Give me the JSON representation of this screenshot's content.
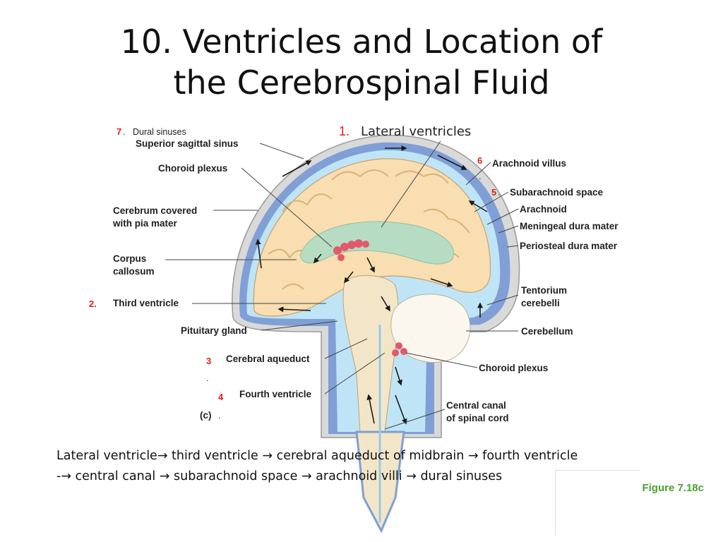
{
  "title": {
    "line1": "10.  Ventricles and Location of",
    "line2": "the Cerebrospinal Fluid"
  },
  "markers": {
    "m1": "1.",
    "m2": "2.",
    "m3": "3",
    "m4": "4",
    "m5": "5",
    "m6": "6",
    "m7": "7",
    "dot": "."
  },
  "labels": {
    "dural_sinuses": "Dural sinuses",
    "lateral_ventricles": "Lateral ventricles",
    "superior_sagittal_sinus": "Superior sagittal sinus",
    "choroid_plexus_top": "Choroid plexus",
    "cerebrum_line1": "Cerebrum covered",
    "cerebrum_line2": "with pia mater",
    "corpus_line1": "Corpus",
    "corpus_line2": "callosum",
    "third_ventricle": "Third ventricle",
    "pituitary_gland": "Pituitary gland",
    "cerebral_aqueduct": "Cerebral aqueduct",
    "fourth_ventricle": "Fourth ventricle",
    "panel_c": "(c)",
    "arachnoid_villus": "Arachnoid villus",
    "subarachnoid_space": "Subarachnoid space",
    "arachnoid": "Arachnoid",
    "meningeal_dura": "Meningeal dura mater",
    "periosteal_dura": "Periosteal dura mater",
    "tentorium_line1": "Tentorium",
    "tentorium_line2": "cerebelli",
    "cerebellum": "Cerebellum",
    "choroid_plexus_bottom": "Choroid plexus",
    "central_canal_line1": "Central canal",
    "central_canal_line2": "of spinal cord"
  },
  "flow": {
    "line1": "Lateral ventricle→ third ventricle → cerebral aqueduct of midbrain → fourth ventricle",
    "line2": "-→ central canal → subarachnoid space → arachnoid villi → dural sinuses"
  },
  "figure_caption": "Figure 7.18c",
  "colors": {
    "marker_red": "#e0201a",
    "caption_green": "#4aa02c",
    "dura_blue": "#7f9fd6",
    "csf_blue": "#bfe4f5",
    "brain_tan": "#f8deb0",
    "choroid_red": "#e05a6a"
  }
}
